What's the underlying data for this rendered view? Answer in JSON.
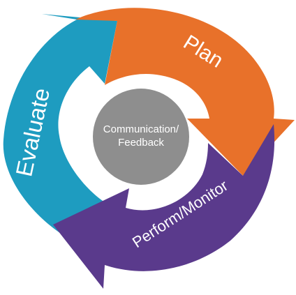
{
  "diagram": {
    "stages": [
      {
        "id": "plan",
        "label": "Plan",
        "color": "#E8712A"
      },
      {
        "id": "perform",
        "label": "Perform/Monitor",
        "color": "#5A3A8C"
      },
      {
        "id": "evaluate",
        "label": "Evaluate",
        "color": "#1E9CC0"
      }
    ],
    "center": {
      "line1": "Communication/",
      "line2": "Feedback",
      "color": "#8E8E8E"
    }
  }
}
